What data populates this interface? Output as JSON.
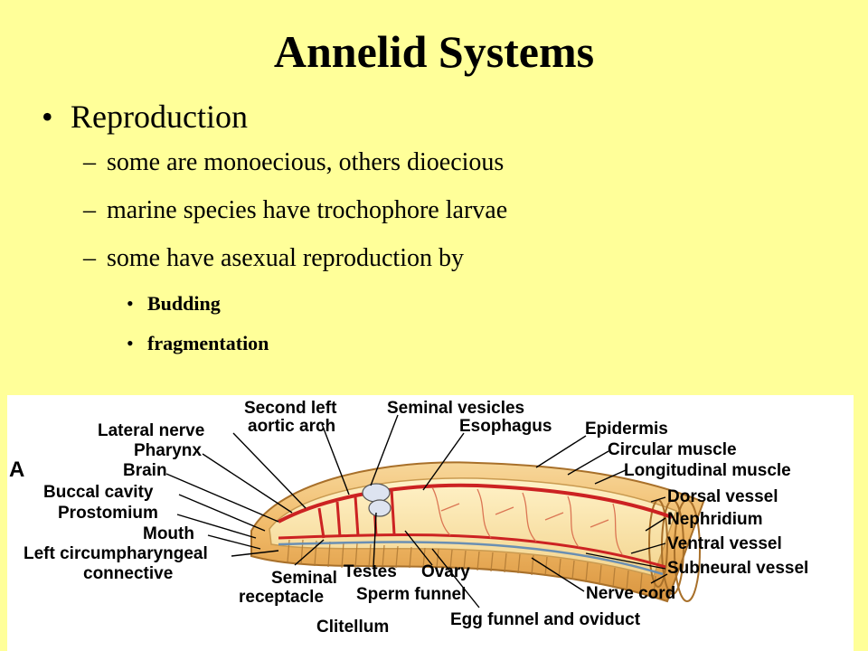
{
  "slide": {
    "title": "Annelid Systems",
    "bullet": "Reproduction",
    "sub_bullets": [
      "some are monoecious, others dioecious",
      "marine species have trochophore larvae",
      "some have asexual reproduction by"
    ],
    "sub_sub_bullets": [
      "Budding",
      "fragmentation"
    ]
  },
  "figure": {
    "panel_letter": "A",
    "labels": {
      "second_left_aortic_arch_1": "Second left",
      "second_left_aortic_arch_2": "aortic arch",
      "seminal_vesicles": "Seminal vesicles",
      "esophagus": "Esophagus",
      "epidermis": "Epidermis",
      "lateral_nerve": "Lateral nerve",
      "pharynx": "Pharynx",
      "brain": "Brain",
      "buccal_cavity": "Buccal cavity",
      "prostomium": "Prostomium",
      "mouth": "Mouth",
      "left_circumpharyngeal_1": "Left circumpharyngeal",
      "left_circumpharyngeal_2": "connective",
      "circular_muscle": "Circular muscle",
      "longitudinal_muscle": "Longitudinal muscle",
      "dorsal_vessel": "Dorsal vessel",
      "nephridium": "Nephridium",
      "ventral_vessel": "Ventral vessel",
      "subneural_vessel": "Subneural vessel",
      "nerve_cord": "Nerve cord",
      "seminal_receptacle_1": "Seminal",
      "seminal_receptacle_2": "receptacle",
      "testes": "Testes",
      "ovary": "Ovary",
      "sperm_funnel": "Sperm funnel",
      "clitellum": "Clitellum",
      "egg_funnel": "Egg funnel and oviduct"
    }
  }
}
